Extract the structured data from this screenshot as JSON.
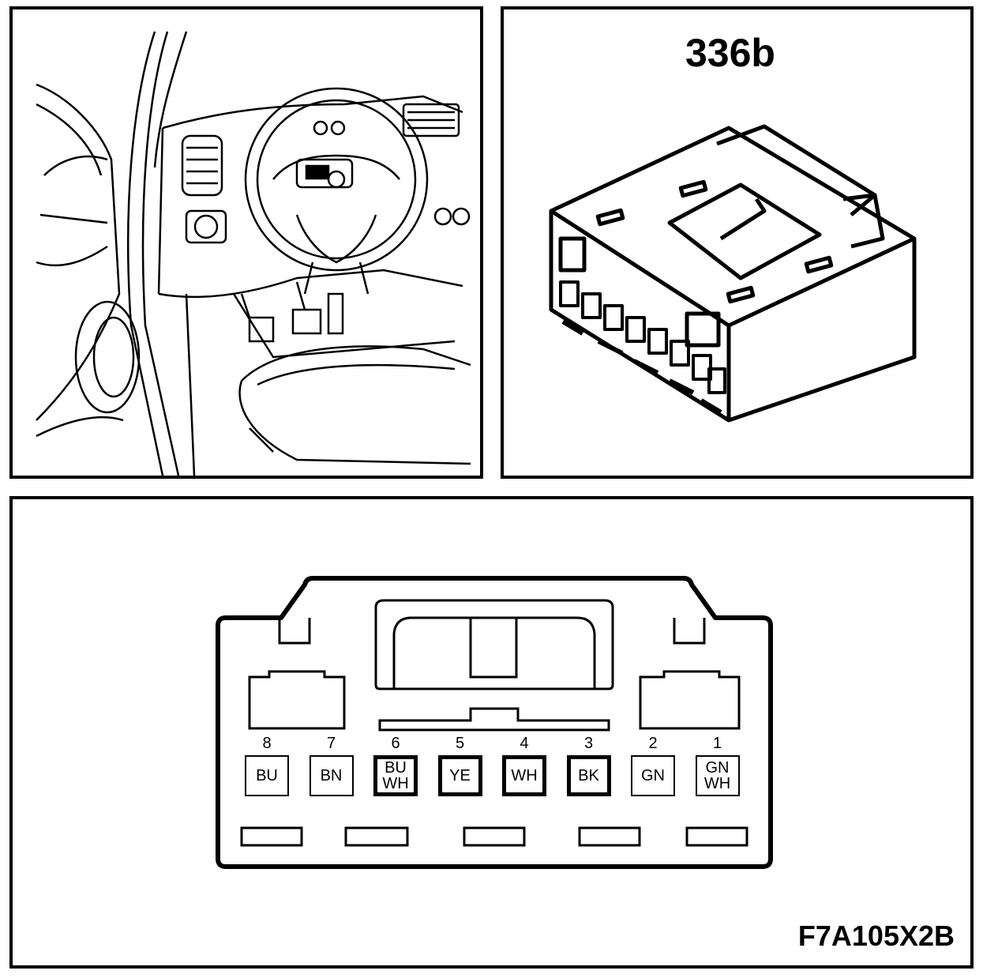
{
  "connector": {
    "id": "336b"
  },
  "figure": {
    "code": "F7A105X2B"
  },
  "pins": [
    {
      "number": "8",
      "color": [
        "BU"
      ],
      "used": false
    },
    {
      "number": "7",
      "color": [
        "BN"
      ],
      "used": false
    },
    {
      "number": "6",
      "color": [
        "BU",
        "WH"
      ],
      "used": true
    },
    {
      "number": "5",
      "color": [
        "YE"
      ],
      "used": true
    },
    {
      "number": "4",
      "color": [
        "WH"
      ],
      "used": true
    },
    {
      "number": "3",
      "color": [
        "BK"
      ],
      "used": true
    },
    {
      "number": "2",
      "color": [
        "GN"
      ],
      "used": false
    },
    {
      "number": "1",
      "color": [
        "GN",
        "WH"
      ],
      "used": false
    }
  ]
}
